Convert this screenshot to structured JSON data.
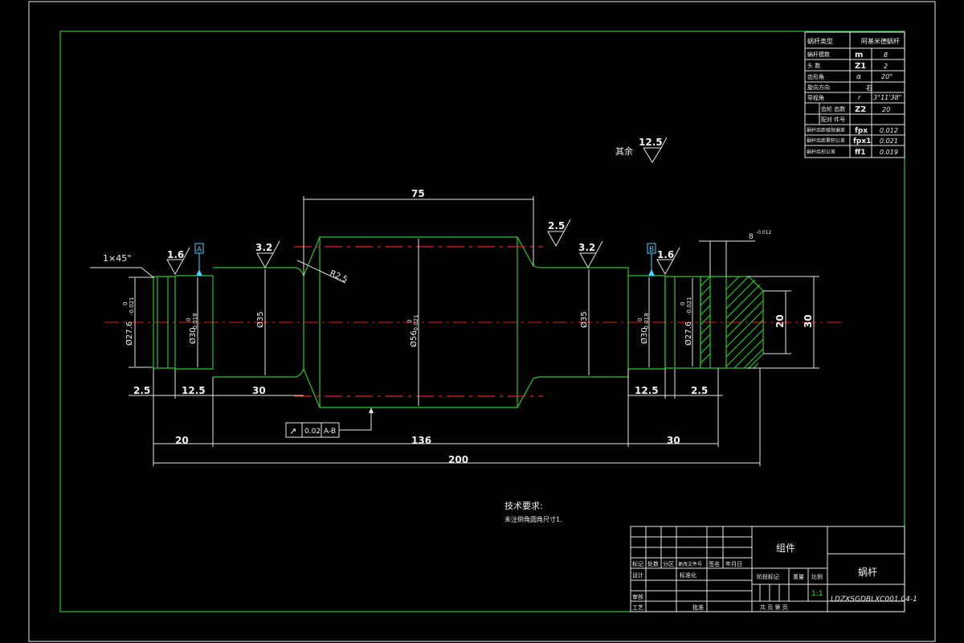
{
  "parameter_table": {
    "header": [
      "蜗杆类型",
      "阿基米德蜗杆"
    ],
    "rows": [
      [
        "蜗杆模数",
        "m",
        "8"
      ],
      [
        "头    数",
        "Z1",
        "2"
      ],
      [
        "齿形角",
        "α",
        "20°"
      ],
      [
        "旋向方向",
        "",
        "右"
      ],
      [
        "导程角",
        "r",
        "3°11'38\""
      ],
      [
        "齿轮 齿数",
        "Z2",
        "20"
      ],
      [
        "配对 件号",
        "",
        ""
      ],
      [
        "蜗杆齿距极限偏差",
        "fpx",
        "0.012"
      ],
      [
        "蜗杆齿距累积公差",
        "fpx1",
        "0.021"
      ],
      [
        "蜗杆齿形公差",
        "ff1",
        "0.019"
      ]
    ]
  },
  "general_roughness": {
    "label": "其余",
    "value": "12.5"
  },
  "roughness": [
    "1.6",
    "3.2",
    "2.5",
    "3.2",
    "1.6"
  ],
  "datums": [
    "A",
    "B"
  ],
  "chamfer": "1×45°",
  "diameters": {
    "left_end": "Ø27.6",
    "left_end_tol": "-0.021",
    "left_bearing": "Ø30",
    "left_bearing_tol": "-0.018",
    "left_shaft": "Ø35",
    "worm": "Ø56",
    "worm_tol": "-0.021",
    "right_shaft": "Ø35",
    "right_bearing": "Ø30",
    "right_bearing_tol": "-0.018",
    "right_end": "Ø27.6",
    "right_end_tol": "-0.021",
    "zero": "0"
  },
  "radius": "R2.5",
  "keyway": {
    "width": "8",
    "width_tol": "-0.012",
    "depth": "20",
    "length": "30"
  },
  "dimensions": {
    "worm_length": "75",
    "left_groove": "2.5",
    "left_bearing_len": "12.5",
    "left_shaft_len": "30",
    "right_bearing_len": "12.5",
    "right_groove": "2.5",
    "left_seg": "20",
    "middle": "136",
    "right_seg": "30",
    "total": "200"
  },
  "runout": {
    "symbol": "↗",
    "value": "0.02",
    "datum": "A-B"
  },
  "tech_req": {
    "title": "技术要求:",
    "line": "未注倒角圆角尺寸1."
  },
  "title_block": {
    "part_name": "组件",
    "drawing_name": "蜗杆",
    "drawing_no": "LDZXSGDBLXC001.04-1",
    "scale": "1:1",
    "headers": [
      "标记",
      "处数",
      "分区",
      "更改文件号",
      "签名",
      "年月日"
    ],
    "rows": [
      "设计",
      "审核",
      "工艺"
    ],
    "row_std": "标准化",
    "approve": "批准",
    "stage_label": "阶段标记",
    "weight": "重量",
    "scale_label": "比例",
    "sheets": "共  页  第  页"
  }
}
